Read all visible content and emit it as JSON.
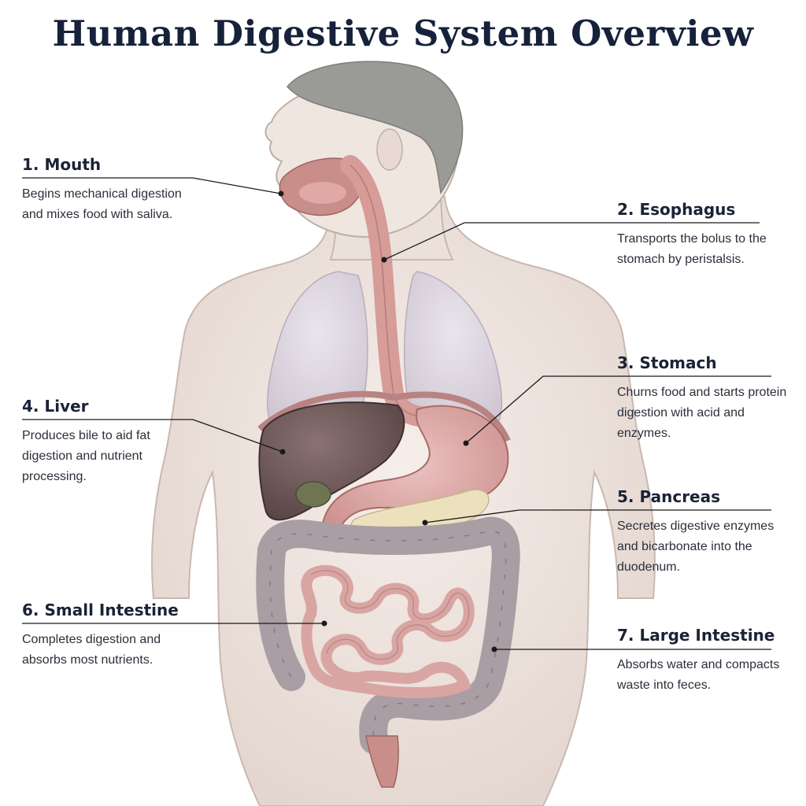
{
  "title": "Human Digestive System Overview",
  "organs": [
    {
      "name": "1. Mouth",
      "desc": "Begins mechanical digestion and mixes food with saliva."
    },
    {
      "name": "2. Esophagus",
      "desc": "Transports the bolus to the stomach by peristalsis."
    },
    {
      "name": "3. Stomach",
      "desc": "Churns food and starts protein digestion with acid and enzymes."
    },
    {
      "name": "4. Liver",
      "desc": "Produces bile to aid fat digestion and nutrient processing."
    },
    {
      "name": "5. Pancreas",
      "desc": "Secretes digestive enzymes and bicarbonate into the duodenum."
    },
    {
      "name": "6. Small Intestine",
      "desc": "Completes digestion and absorbs most nutrients."
    },
    {
      "name": "7. Large Intestine",
      "desc": "Absorbs water and compacts waste into feces."
    }
  ],
  "colors": {
    "title": "#16213a",
    "skin": "#efe5df",
    "hair": "#9a9a96",
    "lung": "#ddd6df",
    "esophagus": "#d59c98",
    "stomach": "#dba6a3",
    "liver": "#6e5858",
    "gallbladder": "#6f7452",
    "pancreas": "#ece0bd",
    "small_intestine": "#d9a5a3",
    "large_intestine": "#a99ea3",
    "leader_line": "#1a1a1a"
  }
}
